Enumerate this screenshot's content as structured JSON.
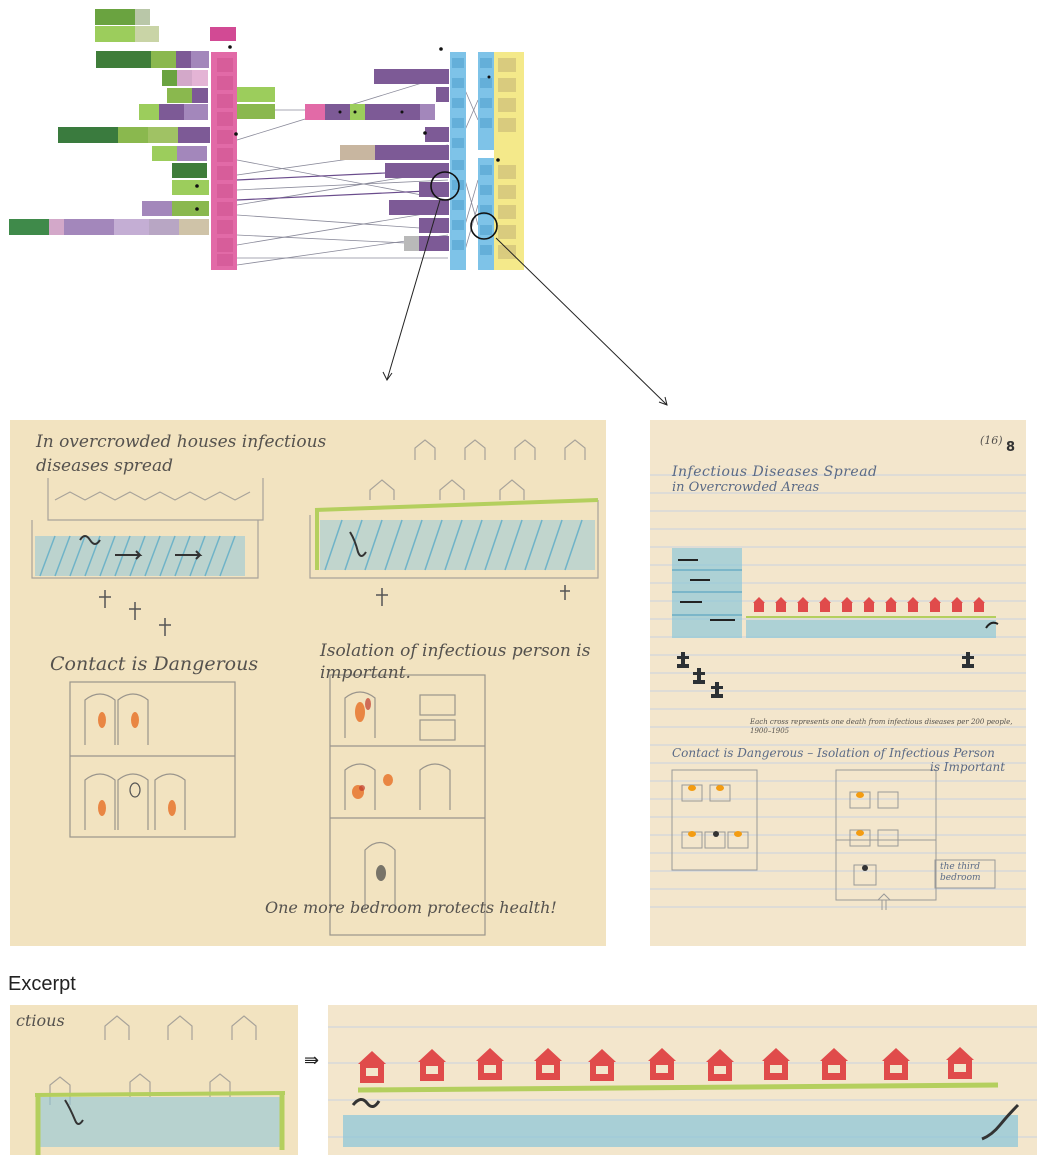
{
  "colors": {
    "pink": "#e26aa7",
    "blue": "#7ec3e8",
    "yellow": "#f4e98a",
    "purple": "#7d5a96",
    "green": "#5d9a3a",
    "paper": "#f2e3c0"
  },
  "sketch_left": {
    "heading": "In overcrowded houses infectious diseases spread",
    "contact_label": "Contact is Dangerous",
    "isolation_label": "Isolation of infectious person is important.",
    "bottom_note": "One more bedroom protects health!"
  },
  "sketch_right": {
    "page_number": "8",
    "page_ref": "(16)",
    "title_line1": "Infectious Diseases Spread",
    "title_line2": "in Overcrowded Areas",
    "legend_note": "Each cross represents one death from infectious diseases per 200 people, 1900–1905",
    "contact_line": "Contact is Dangerous – Isolation of Infectious Person",
    "important_word": "is Important",
    "third_bedroom": "the third bedroom"
  },
  "excerpt": {
    "label": "Excerpt",
    "left_fragment": "ctious",
    "arrow": "⇛"
  }
}
